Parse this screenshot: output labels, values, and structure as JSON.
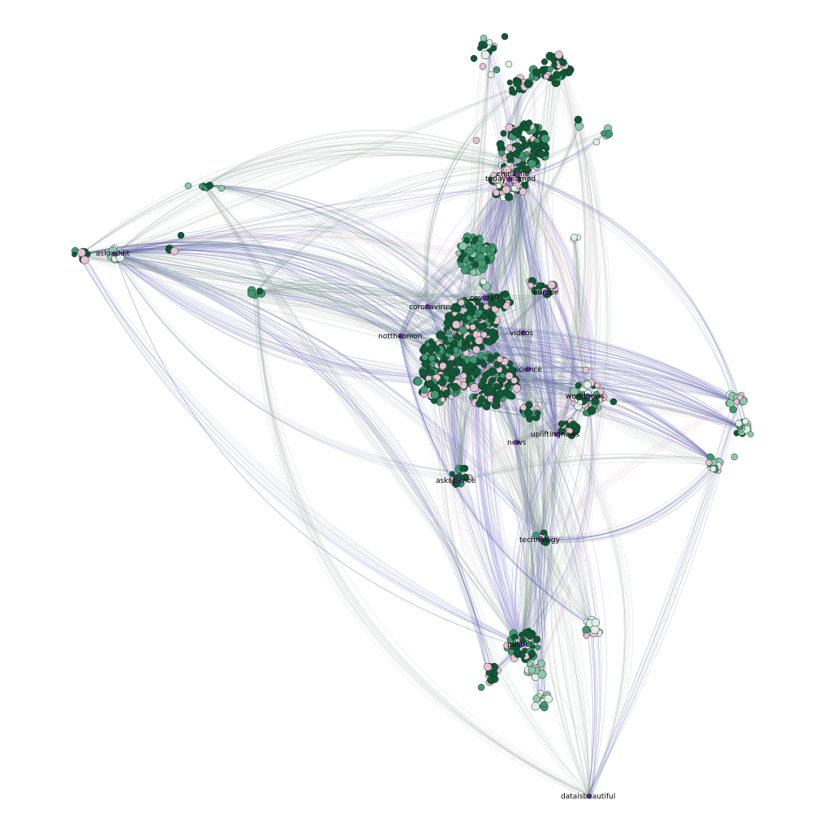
{
  "colors": {
    "background": "#ffffff",
    "edge_blue": "#5a5fa8",
    "edge_lavender": "#8d84d6",
    "edge_green": "#8fa79a",
    "edge_pink": "#e6c6d8",
    "node_dark": "#0f5a36",
    "node_mid": "#3f9a73",
    "node_light": "#8cc9ad",
    "node_pale": "#dff0e8",
    "node_pink": "#e8c2d2",
    "hub_purple": "#7a3fd0"
  },
  "labels": {
    "askreddit": "askreddit",
    "china_flu": "china_flu",
    "todayilearned": "todayilearned",
    "coronavirus": "coronavirus",
    "covid19": "covid19",
    "europe": "europe",
    "nottheonion": "nottheonion",
    "videos": "videos",
    "science": "science",
    "worldnews": "worldnews",
    "upliftingnews": "upliftingnews",
    "news": "news",
    "askscience": "askscience",
    "technology": "technology",
    "politics": "politics",
    "dataisbeautiful": "dataisbeautiful"
  }
}
